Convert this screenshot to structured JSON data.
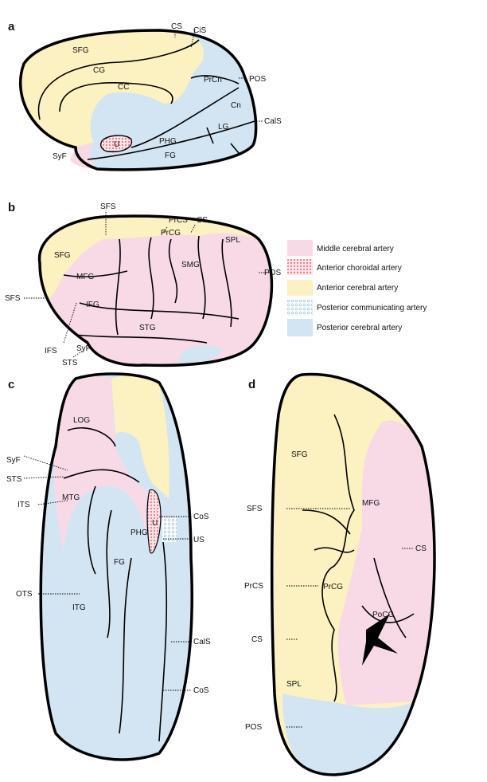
{
  "colors": {
    "mca": "#f8dae7",
    "achoa": "#e04848",
    "aca": "#fbf1c1",
    "pcoma": "#a9cde6",
    "pca": "#d3e5f3"
  },
  "panel_a": {
    "tag": "a",
    "labels": {
      "SFG": "SFG",
      "CG": "CG",
      "CC": "CC",
      "CS": "CS",
      "CiS": "CiS",
      "PrCn": "PrCn",
      "POS": "POS",
      "Cn": "Cn",
      "CalS": "CalS",
      "LG": "LG",
      "PHG": "PHG",
      "FG": "FG",
      "U": "U",
      "SyF": "SyF"
    }
  },
  "panel_b": {
    "tag": "b",
    "labels": {
      "SFS_top": "SFS",
      "PrCS": "PrCS",
      "CS": "CS",
      "PrCG": "PrCG",
      "SPL": "SPL",
      "SFG": "SFG",
      "SMG": "SMG",
      "MFG": "MFG",
      "POS": "POS",
      "SFS_left": "SFS",
      "IFG": "IFG",
      "STG": "STG",
      "IFS": "IFS",
      "SyF": "SyF",
      "STS": "STS"
    }
  },
  "panel_c": {
    "tag": "c",
    "labels": {
      "LOG": "LOG",
      "SyF": "SyF",
      "STS": "STS",
      "MTG": "MTG",
      "ITS": "ITS",
      "CoS_top": "CoS",
      "U": "U",
      "US": "US",
      "PHG": "PHG",
      "FG": "FG",
      "OTS": "OTS",
      "ITG": "ITG",
      "CalS": "CalS",
      "CoS_bottom": "CoS"
    }
  },
  "panel_d": {
    "tag": "d",
    "labels": {
      "SFG": "SFG",
      "SFS": "SFS",
      "MFG": "MFG",
      "CS_right": "CS",
      "PrCS": "PrCS",
      "PrCG": "PrCG",
      "PoCG": "PoCG",
      "CS_left": "CS",
      "SPL": "SPL",
      "POS": "POS"
    }
  },
  "legend": [
    {
      "label": "Middle cerebral artery"
    },
    {
      "label": "Anterior choroidal artery"
    },
    {
      "label": "Anterior cerebral artery"
    },
    {
      "label": "Posterior communicating artery"
    },
    {
      "label": "Posterior cerebral artery"
    }
  ]
}
